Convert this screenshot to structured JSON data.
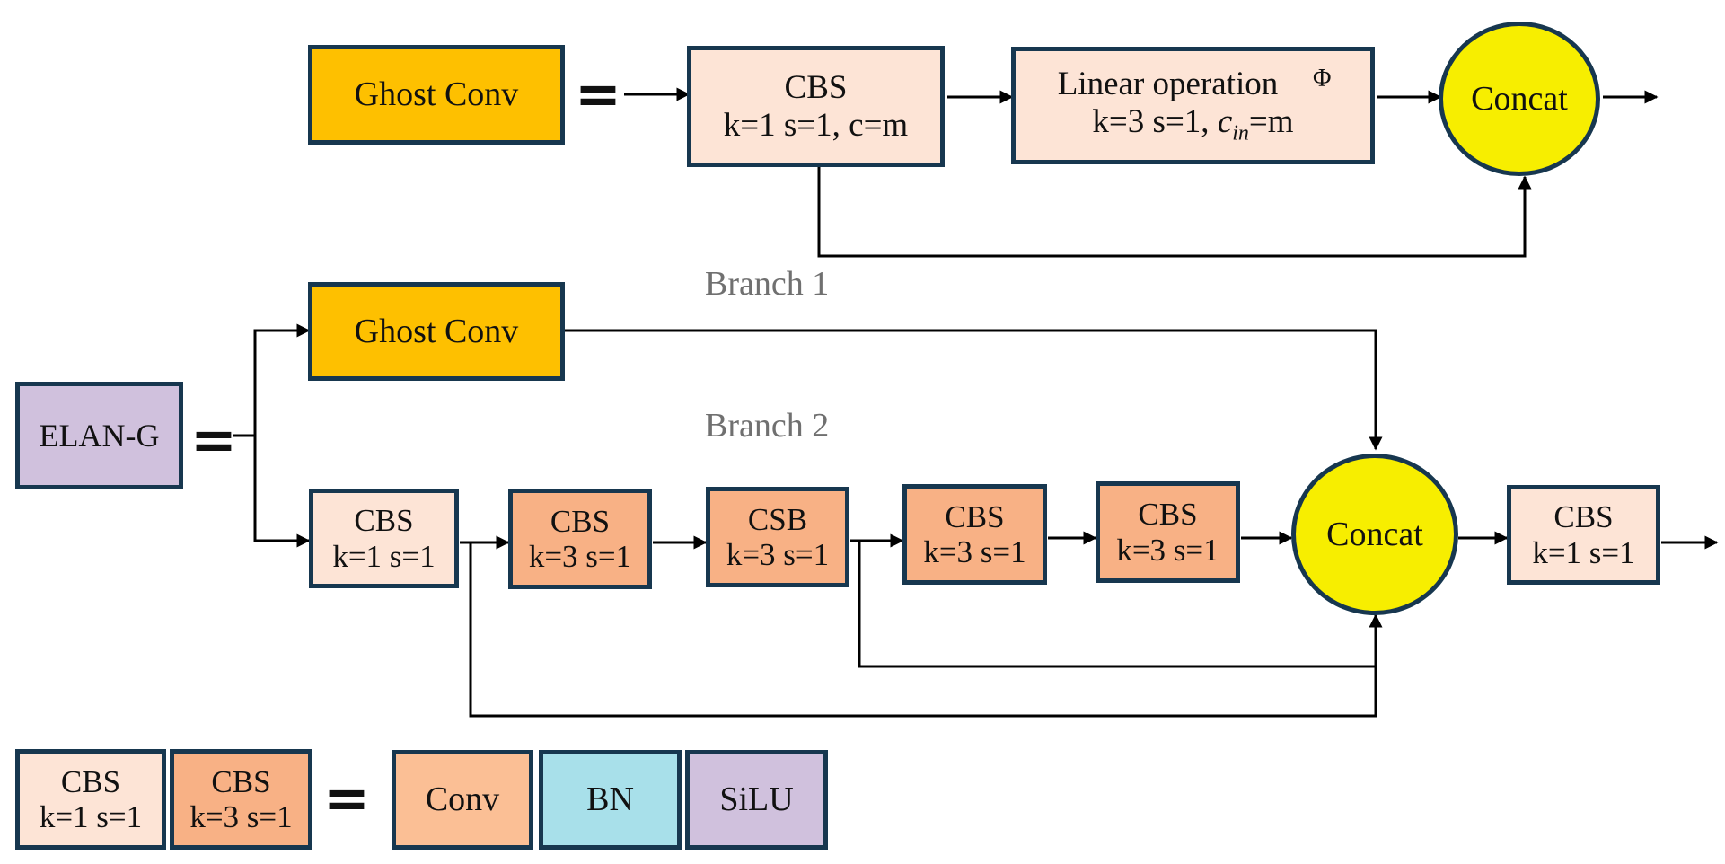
{
  "ghost_conv_top": "Ghost Conv",
  "top_cbs": {
    "line1": "CBS",
    "line2": "k=1 s=1, c=m"
  },
  "linear_op": {
    "line1": "Linear operation",
    "phi": "Φ",
    "line2_prefix": "k=3 s=1, ",
    "c": "c",
    "sub": "in",
    "line2_suffix": "=m"
  },
  "concat_top": "Concat",
  "branch1": "Branch 1",
  "branch2": "Branch 2",
  "elan_g": "ELAN-G",
  "ghost_conv_branch": "Ghost Conv",
  "chain": [
    {
      "l1": "CBS",
      "l2": "k=1 s=1"
    },
    {
      "l1": "CBS",
      "l2": "k=3 s=1"
    },
    {
      "l1": "CSB",
      "l2": "k=3 s=1"
    },
    {
      "l1": "CBS",
      "l2": "k=3 s=1"
    },
    {
      "l1": "CBS",
      "l2": "k=3 s=1"
    }
  ],
  "concat_bottom": "Concat",
  "out_cbs": {
    "l1": "CBS",
    "l2": "k=1 s=1"
  },
  "legend": {
    "cbs1": {
      "l1": "CBS",
      "l2": "k=1 s=1"
    },
    "cbs3": {
      "l1": "CBS",
      "l2": "k=3 s=1"
    },
    "conv": "Conv",
    "bn": "BN",
    "silu": "SiLU"
  },
  "equals": "="
}
